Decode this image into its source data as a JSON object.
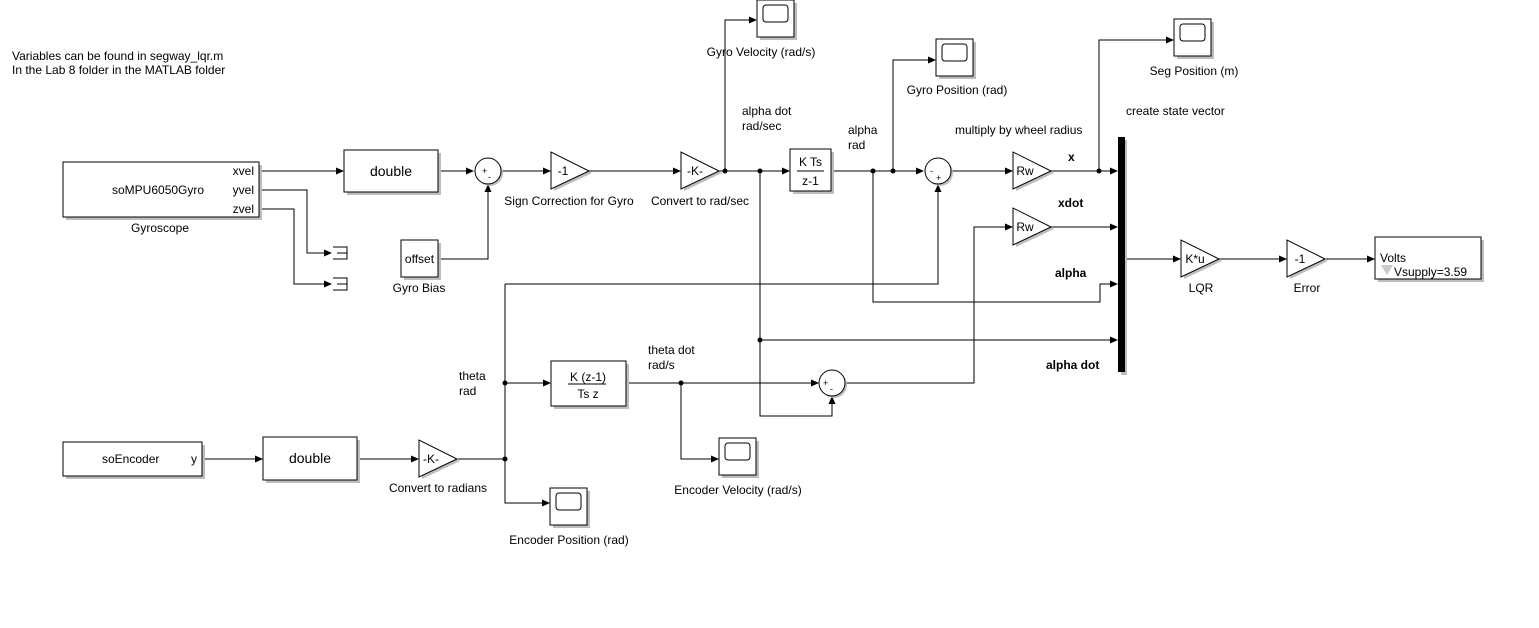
{
  "notes": {
    "line1": "Variables can be found in segway_lqr.m",
    "line2": "In the Lab 8 folder in the MATLAB folder"
  },
  "blocks": {
    "gyro_sensor": {
      "name": "soMPU6050Gyro",
      "caption": "Gyroscope",
      "ports": [
        "xvel",
        "yvel",
        "zvel"
      ]
    },
    "double_gyro": {
      "label": "double"
    },
    "gyro_bias": {
      "label": "offset",
      "caption": "Gyro Bias"
    },
    "sign_correction": {
      "label": "-1",
      "caption": "Sign Correction for Gyro"
    },
    "convert_rad_sec": {
      "label": "-K-",
      "caption": "Convert to rad/sec"
    },
    "gyro_velocity_scope": {
      "caption": "Gyro Velocity (rad/s)"
    },
    "integrator": {
      "numerator": "K Ts",
      "denominator": "z-1"
    },
    "gyro_position_scope": {
      "caption": "Gyro Position (rad)"
    },
    "seg_position_scope": {
      "caption": "Seg Position (m)"
    },
    "rw_top": {
      "label": "Rw"
    },
    "rw_bottom": {
      "label": "Rw"
    },
    "lqr": {
      "label": "K*u",
      "caption": "LQR"
    },
    "error_gain": {
      "label": "-1",
      "caption": "Error"
    },
    "volts": {
      "label": "Volts",
      "sublabel": "Vsupply=3.59"
    },
    "encoder_sensor": {
      "name": "soEncoder",
      "port": "y"
    },
    "double_enc": {
      "label": "double"
    },
    "convert_radians": {
      "label": "-K-",
      "caption": "Convert to radians"
    },
    "derivative": {
      "numerator": "K (z-1)",
      "denominator": "Ts z"
    },
    "encoder_velocity_scope": {
      "caption": "Encoder Velocity (rad/s)"
    },
    "encoder_position_scope": {
      "caption": "Encoder Position (rad)"
    }
  },
  "signals": {
    "alpha_dot": [
      "alpha dot",
      "rad/sec"
    ],
    "alpha": [
      "alpha",
      "rad"
    ],
    "theta": [
      "theta",
      "rad"
    ],
    "theta_dot": [
      "theta dot",
      "rad/s"
    ],
    "multiply": "multiply by wheel radius",
    "state_vector": "create state vector",
    "x": "x",
    "xdot": "xdot",
    "alpha_in": "alpha",
    "alpha_dot_in": "alpha dot"
  },
  "sum_signs": {
    "sum1": [
      "+",
      "-"
    ],
    "sum2": [
      "-",
      "+"
    ],
    "sum3": [
      "+",
      "-"
    ]
  }
}
